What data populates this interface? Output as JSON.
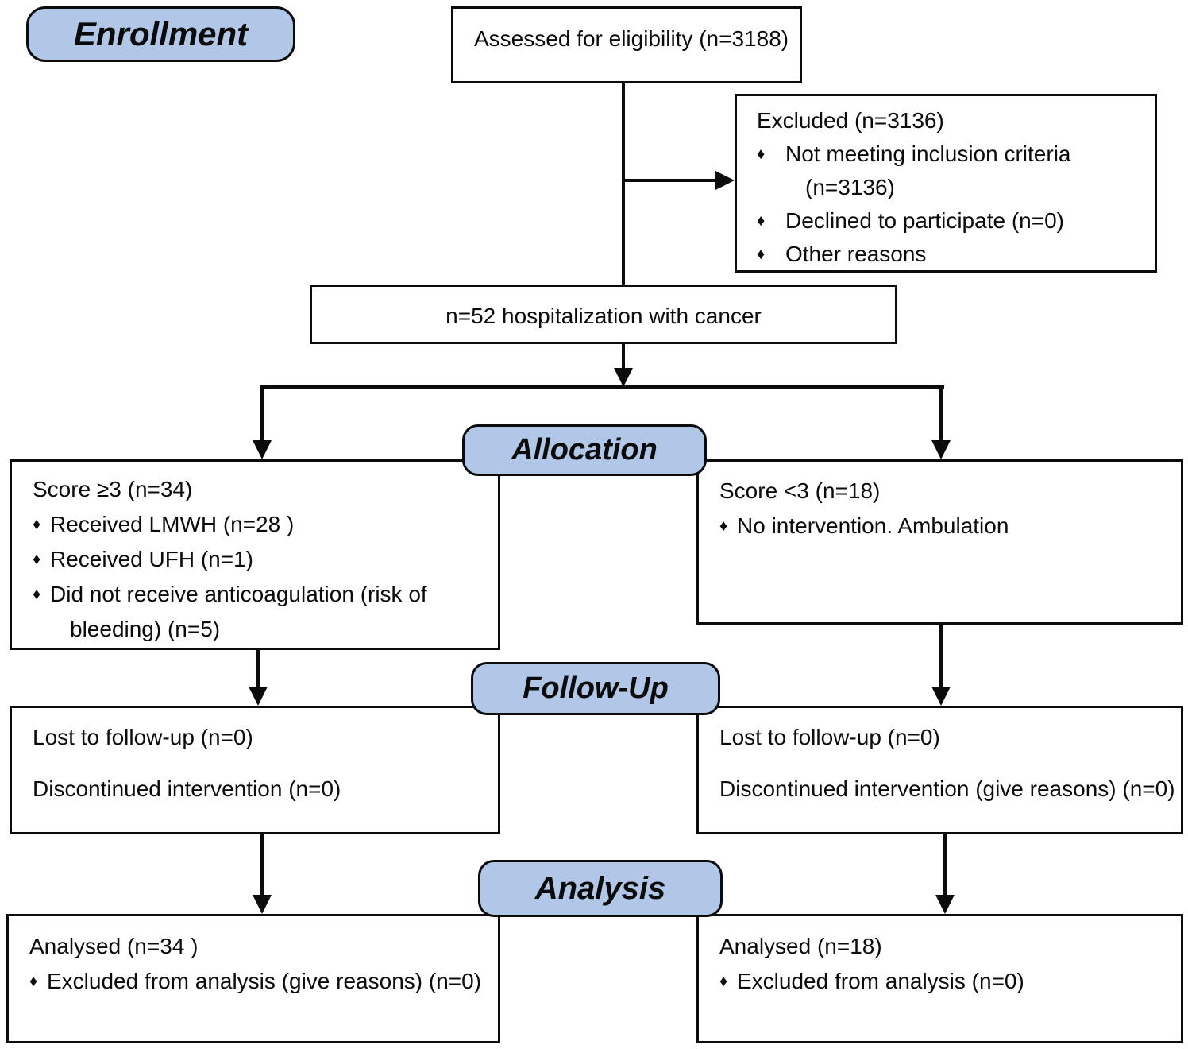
{
  "bullet_glyph": "♦",
  "colors": {
    "badge_fill": "#b0c7e8",
    "border": "#0b0b0b",
    "background": "#ffffff"
  },
  "badges": {
    "enrollment": "Enrollment",
    "allocation": "Allocation",
    "followup": "Follow-Up",
    "analysis": "Analysis"
  },
  "boxes": {
    "assessed": {
      "text": "Assessed for eligibility (n=3188)"
    },
    "excluded": {
      "title": "Excluded (n=3136)",
      "items": [
        "Not meeting inclusion criteria (n=3136)",
        "Declined to participate (n=0)",
        "Other reasons"
      ]
    },
    "hospitalization": {
      "text": "n=52 hospitalization with cancer"
    },
    "alloc_left": {
      "title": "Score ≥3 (n=34)",
      "items": [
        "Received LMWH (n=28 )",
        "Received UFH (n=1)",
        "Did not receive anticoagulation (risk of bleeding) (n=5)"
      ]
    },
    "alloc_right": {
      "title": "Score <3 (n=18)",
      "items": [
        "No intervention. Ambulation"
      ]
    },
    "followup_left": {
      "lines": [
        "Lost to follow-up (n=0)",
        "Discontinued intervention (n=0)"
      ]
    },
    "followup_right": {
      "lines": [
        "Lost to follow-up (n=0)",
        "Discontinued intervention (give reasons) (n=0)"
      ]
    },
    "analysis_left": {
      "title": "Analysed (n=34 )",
      "items": [
        "Excluded from analysis (give reasons) (n=0)"
      ]
    },
    "analysis_right": {
      "title": "Analysed (n=18)",
      "items": [
        "Excluded from analysis (n=0)"
      ]
    }
  }
}
